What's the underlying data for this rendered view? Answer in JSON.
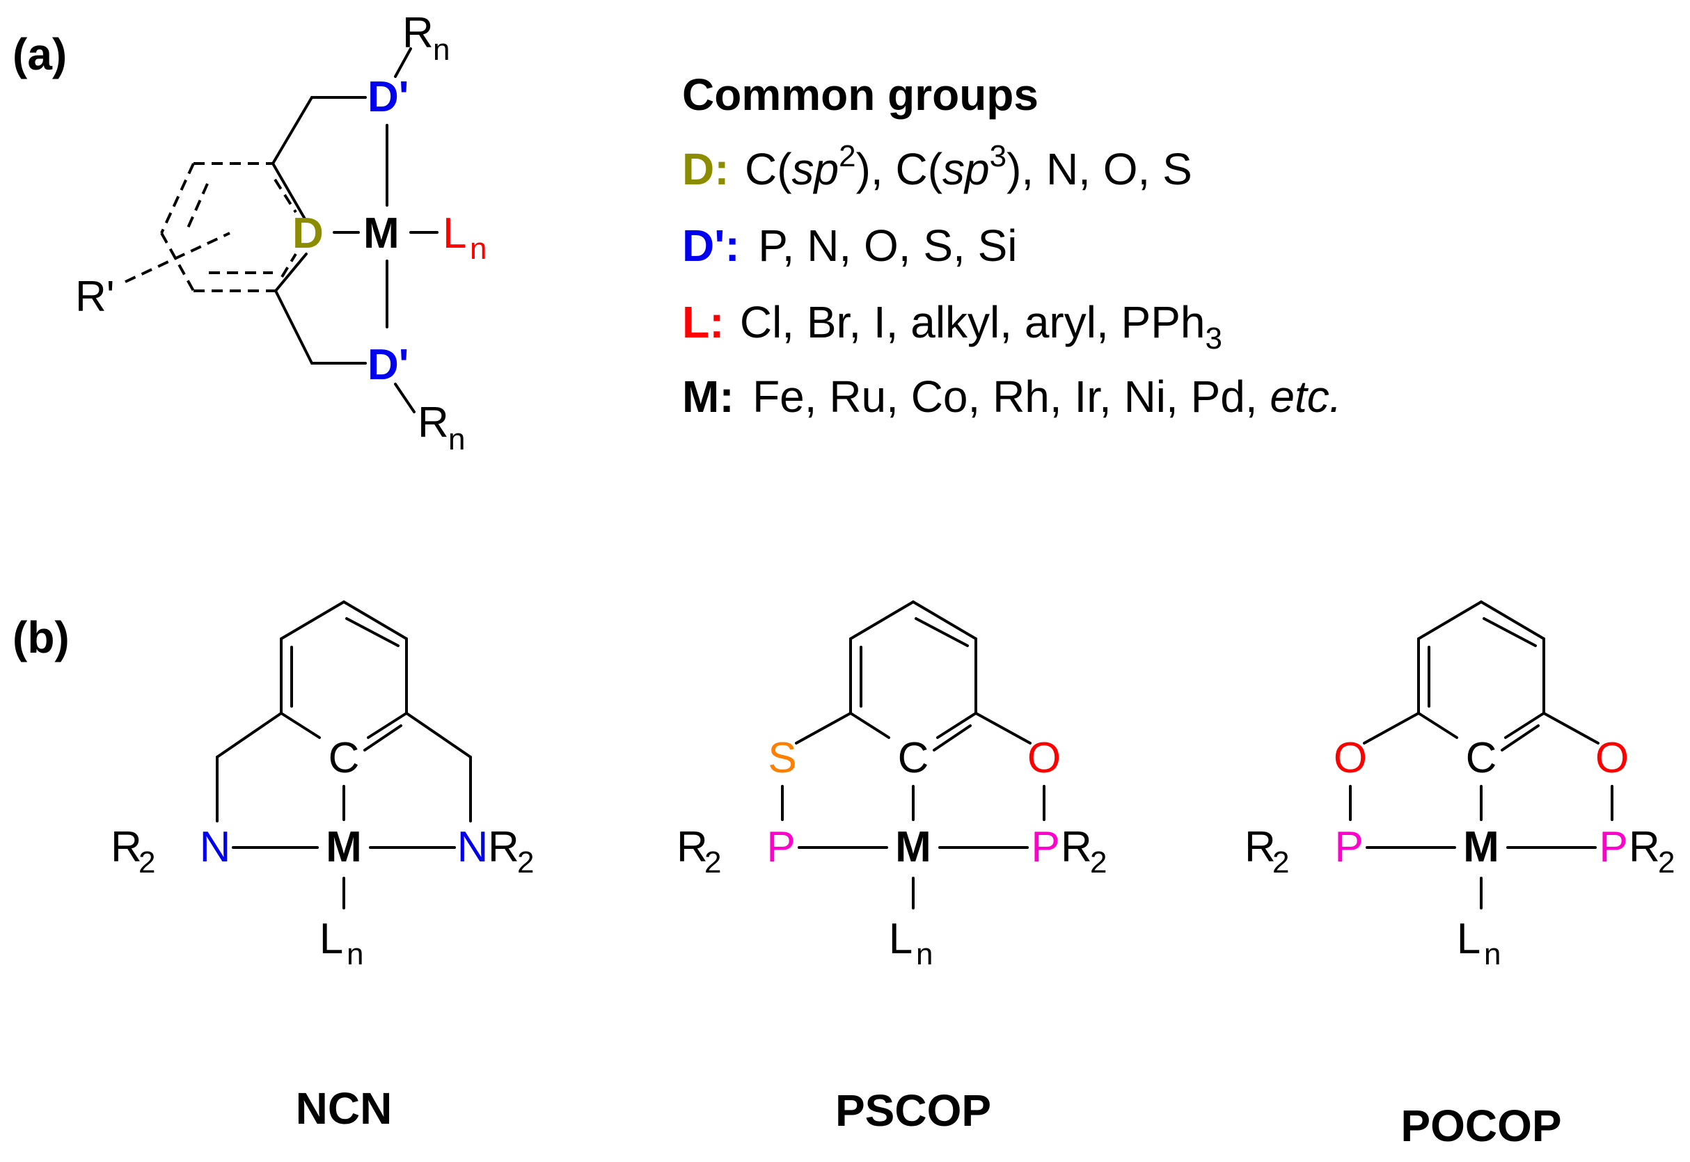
{
  "panels": {
    "a": "(a)",
    "b": "(b)"
  },
  "colors": {
    "D": "#8c8c00",
    "Dprime": "#0000ee",
    "L": "#ff0000",
    "N": "#0000ee",
    "P": "#ff00cc",
    "O": "#ff0000",
    "S": "#ff8000"
  },
  "general_structure": {
    "metal": "M",
    "donor": "D",
    "donor_prime": "D'",
    "ligand": "L",
    "ligand_sub": "n",
    "substituent": "R",
    "substituent_sub": "n",
    "ring_substituent": "R'"
  },
  "legend": {
    "title": "Common groups",
    "rows": [
      {
        "key": "D:",
        "parts": [
          "C(",
          "sp",
          "2",
          "), C(",
          "sp",
          "3",
          "), N, O, S"
        ]
      },
      {
        "key": "D':",
        "text": "P,  N, O, S, Si"
      },
      {
        "key": "L:",
        "text": "Cl, Br, I, alkyl, aryl, PPh",
        "sub": "3"
      },
      {
        "key": "M:",
        "text": "Fe, Ru, Co, Rh, Ir, Ni, Pd, ",
        "italic": "etc."
      }
    ]
  },
  "complexes": [
    {
      "name": "NCN",
      "left_donor": "N",
      "right_donor": "N",
      "left_link": "",
      "right_link": "",
      "center": "C",
      "metal": "M",
      "ligand": "L",
      "ligand_sub": "n",
      "R": "R",
      "R_sub": "2"
    },
    {
      "name": "PSCOP",
      "left_donor": "P",
      "right_donor": "P",
      "left_link": "S",
      "right_link": "O",
      "center": "C",
      "metal": "M",
      "ligand": "L",
      "ligand_sub": "n",
      "R": "R",
      "R_sub": "2"
    },
    {
      "name": "POCOP",
      "left_donor": "P",
      "right_donor": "P",
      "left_link": "O",
      "right_link": "O",
      "center": "C",
      "metal": "M",
      "ligand": "L",
      "ligand_sub": "n",
      "R": "R",
      "R_sub": "2"
    }
  ]
}
